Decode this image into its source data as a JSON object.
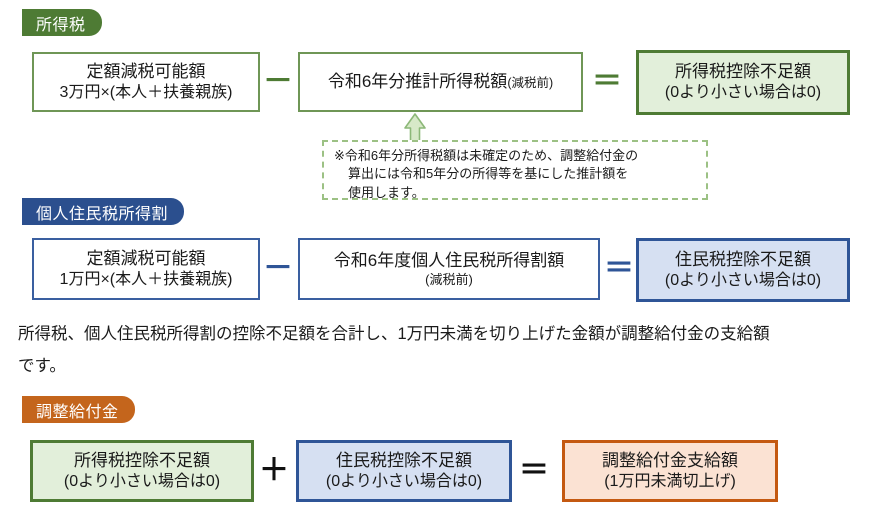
{
  "sections": {
    "income_tax": {
      "tab_label": "所得税",
      "box_deduction": {
        "line1": "定額減税可能額",
        "line2": "3万円×(本人＋扶養親族)"
      },
      "operator_minus": "－",
      "box_estimate": {
        "line1_main": "令和6年分推計所得税額",
        "line1_small": "(減税前)"
      },
      "operator_equals": "＝",
      "box_result": {
        "line1": "所得税控除不足額",
        "line2": "(0より小さい場合は0)"
      }
    },
    "resident_tax": {
      "tab_label": "個人住民税所得割",
      "box_deduction": {
        "line1": "定額減税可能額",
        "line2": "1万円×(本人＋扶養親族)"
      },
      "operator_minus": "－",
      "box_amount": {
        "line1": "令和6年度個人住民税所得割額",
        "line2": "(減税前)"
      },
      "operator_equals": "＝",
      "box_result": {
        "line1": "住民税控除不足額",
        "line2": "(0より小さい場合は0)"
      }
    },
    "adjustment_payment": {
      "tab_label": "調整給付金",
      "box_income_shortfall": {
        "line1": "所得税控除不足額",
        "line2": "(0より小さい場合は0)"
      },
      "operator_plus": "＋",
      "box_resident_shortfall": {
        "line1": "住民税控除不足額",
        "line2": "(0より小さい場合は0)"
      },
      "operator_equals": "＝",
      "box_total": {
        "line1": "調整給付金支給額",
        "line2": "(1万円未満切上げ)"
      }
    }
  },
  "note": {
    "line1": "※令和6年分所得税額は未確定のため、調整給付金の",
    "line2": "算出には令和5年分の所得等を基にした推計額を",
    "line3": "使用します。"
  },
  "paragraph": {
    "line1": "所得税、個人住民税所得割の控除不足額を合計し、1万円未満を切り上げた金額が調整給付金の支給額",
    "line2": "です。"
  },
  "colors": {
    "green_tab": "#4e7b34",
    "blue_tab": "#2b4f8e",
    "orange_tab": "#c4651c",
    "green_border_thin": "#6f9656",
    "blue_border_thin": "#3a5fa0",
    "green_fill": "#e2efda",
    "blue_fill": "#d6e0f2",
    "orange_fill": "#fbe2d3",
    "note_dash": "#9cc184",
    "background": "#ffffff"
  }
}
